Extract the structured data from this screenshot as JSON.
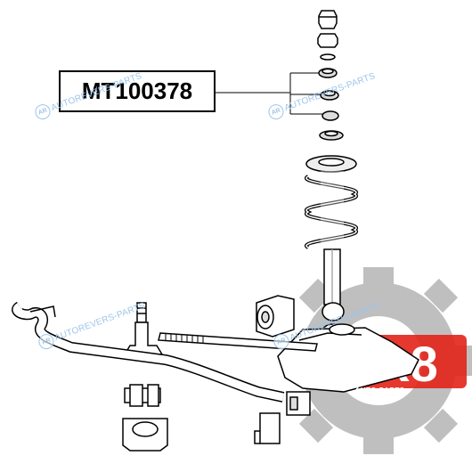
{
  "part_number": "MT100378",
  "watermark": {
    "text": "AUTOREVERS-PARTS",
    "badge": "AR",
    "color": "#9cc4ea"
  },
  "brand": {
    "logo_text": "R8",
    "subtitle": "AUTO PARTS",
    "accent_color": "#e2231a",
    "gear_color": "#8c8c8c"
  }
}
